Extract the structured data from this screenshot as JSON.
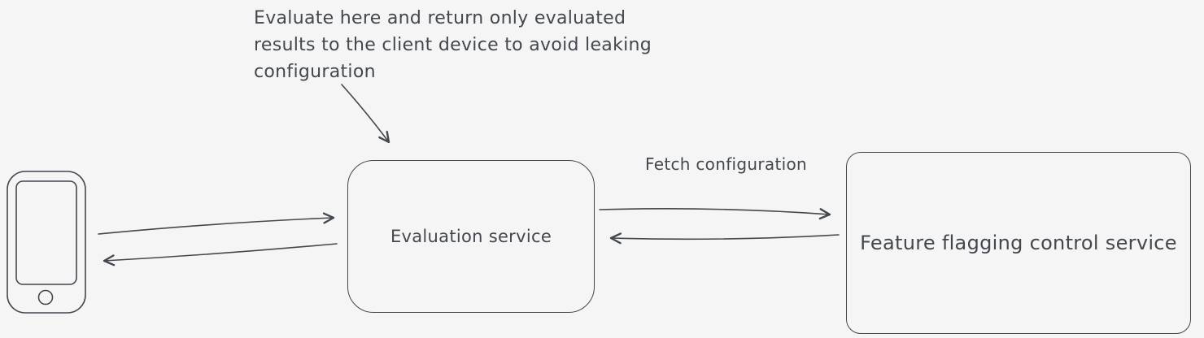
{
  "annotation": {
    "lines": [
      "Evaluate here and return only evaluated",
      "results to the client device to avoid leaking",
      "configuration"
    ]
  },
  "nodes": {
    "client_device": {
      "icon": "smartphone-icon"
    },
    "evaluation_service": {
      "label": "Evaluation service"
    },
    "feature_flagging_service": {
      "label": "Feature flagging control service"
    }
  },
  "edges": {
    "fetch_configuration": {
      "label": "Fetch configuration"
    }
  },
  "colors": {
    "stroke": "#43474e",
    "background": "#f5f5f5"
  }
}
